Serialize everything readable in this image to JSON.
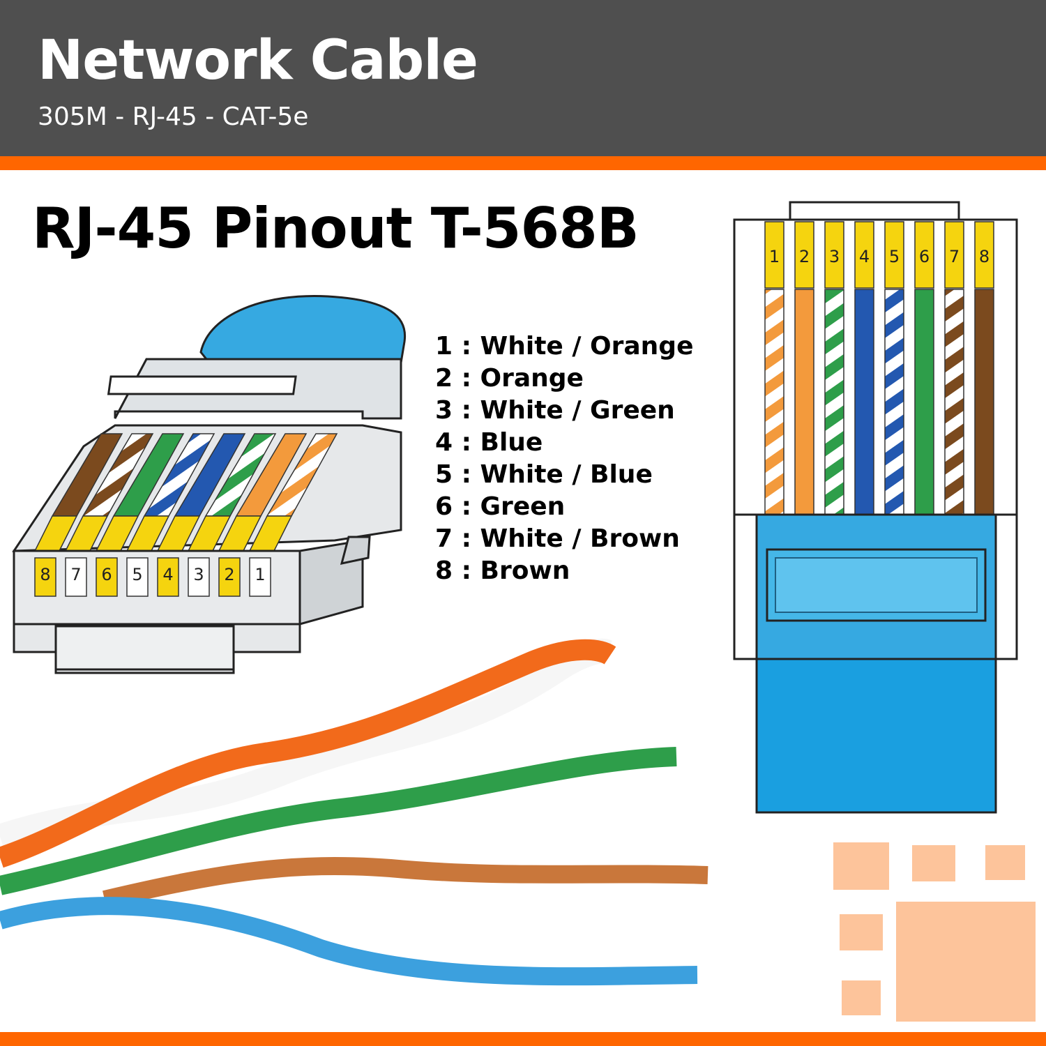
{
  "header": {
    "title": "Network Cable",
    "subtitle": "305M - RJ-45 - CAT-5e"
  },
  "diagram_title": "RJ-45 Pinout T-568B",
  "pins": [
    {
      "number": "1",
      "label": "1 : White / Orange",
      "color": "#f39a3c",
      "striped": true
    },
    {
      "number": "2",
      "label": "2 : Orange",
      "color": "#f39a3c",
      "striped": false
    },
    {
      "number": "3",
      "label": "3 : White / Green",
      "color": "#2e9e4a",
      "striped": true
    },
    {
      "number": "4",
      "label": "4 : Blue",
      "color": "#2358b0",
      "striped": false
    },
    {
      "number": "5",
      "label": "5 : White / Blue",
      "color": "#2358b0",
      "striped": true
    },
    {
      "number": "6",
      "label": "6 : Green",
      "color": "#2e9e4a",
      "striped": false
    },
    {
      "number": "7",
      "label": "7 : White / Brown",
      "color": "#7b4a1e",
      "striped": true
    },
    {
      "number": "8",
      "label": "8 : Brown",
      "color": "#7b4a1e",
      "striped": false
    }
  ],
  "colors": {
    "header_bg": "#4f4f4f",
    "accent": "#ff6600",
    "contact_yellow": "#f5d40f",
    "plug_blue": "#36a9e1",
    "boot_blue": "#1a9fe0",
    "decor_peach": "#fdc49b"
  }
}
